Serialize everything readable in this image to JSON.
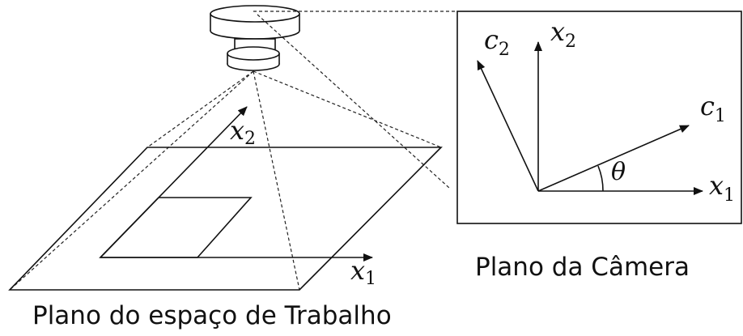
{
  "workspace": {
    "axis_x1": {
      "base": "x",
      "sub": "1"
    },
    "axis_x2": {
      "base": "x",
      "sub": "2"
    },
    "caption": "Plano do espaço de Trabalho"
  },
  "camera_plane": {
    "axis_x1": {
      "base": "x",
      "sub": "1"
    },
    "axis_x2": {
      "base": "x",
      "sub": "2"
    },
    "axis_c1": {
      "base": "c",
      "sub": "1"
    },
    "axis_c2": {
      "base": "c",
      "sub": "2"
    },
    "angle": "θ",
    "caption": "Plano da Câmera"
  },
  "colors": {
    "stroke": "#111111",
    "background": "#ffffff"
  },
  "icons": {
    "camera": "camera-icon"
  }
}
